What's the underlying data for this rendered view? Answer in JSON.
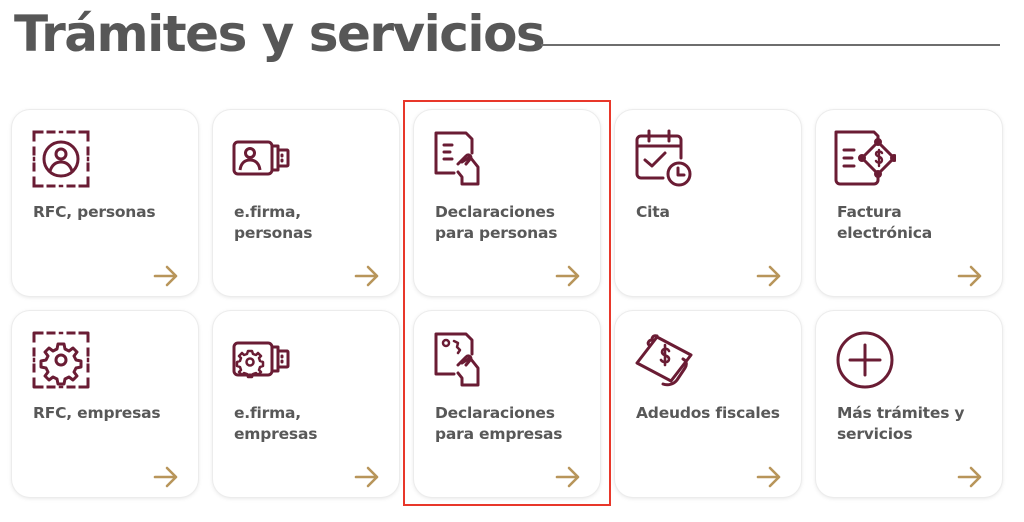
{
  "header": {
    "title": "Trámites y servicios"
  },
  "colors": {
    "title": "#575757",
    "label": "#585858",
    "icon": "#6a1c34",
    "arrow": "#b8955a",
    "highlight": "#e8372a"
  },
  "cards": [
    {
      "label": "RFC, personas",
      "icon": "qr-person-icon",
      "highlighted": false
    },
    {
      "label": "e.firma,\npersonas",
      "icon": "usb-person-icon",
      "highlighted": false
    },
    {
      "label": "Declaraciones\npara personas",
      "icon": "document-hand-icon",
      "highlighted": true
    },
    {
      "label": "Cita",
      "icon": "calendar-check-clock-icon",
      "highlighted": false
    },
    {
      "label": "Factura\nelectrónica",
      "icon": "invoice-dollar-icon",
      "highlighted": false
    },
    {
      "label": "RFC, empresas",
      "icon": "qr-gear-icon",
      "highlighted": false
    },
    {
      "label": "e.firma,\nempresas",
      "icon": "usb-gear-icon",
      "highlighted": false
    },
    {
      "label": "Declaraciones\npara empresas",
      "icon": "document-gear-hand-icon",
      "highlighted": true
    },
    {
      "label": "Adeudos fiscales",
      "icon": "hand-money-icon",
      "highlighted": false
    },
    {
      "label": "Más trámites y\nservicios",
      "icon": "plus-circle-icon",
      "highlighted": false
    }
  ]
}
